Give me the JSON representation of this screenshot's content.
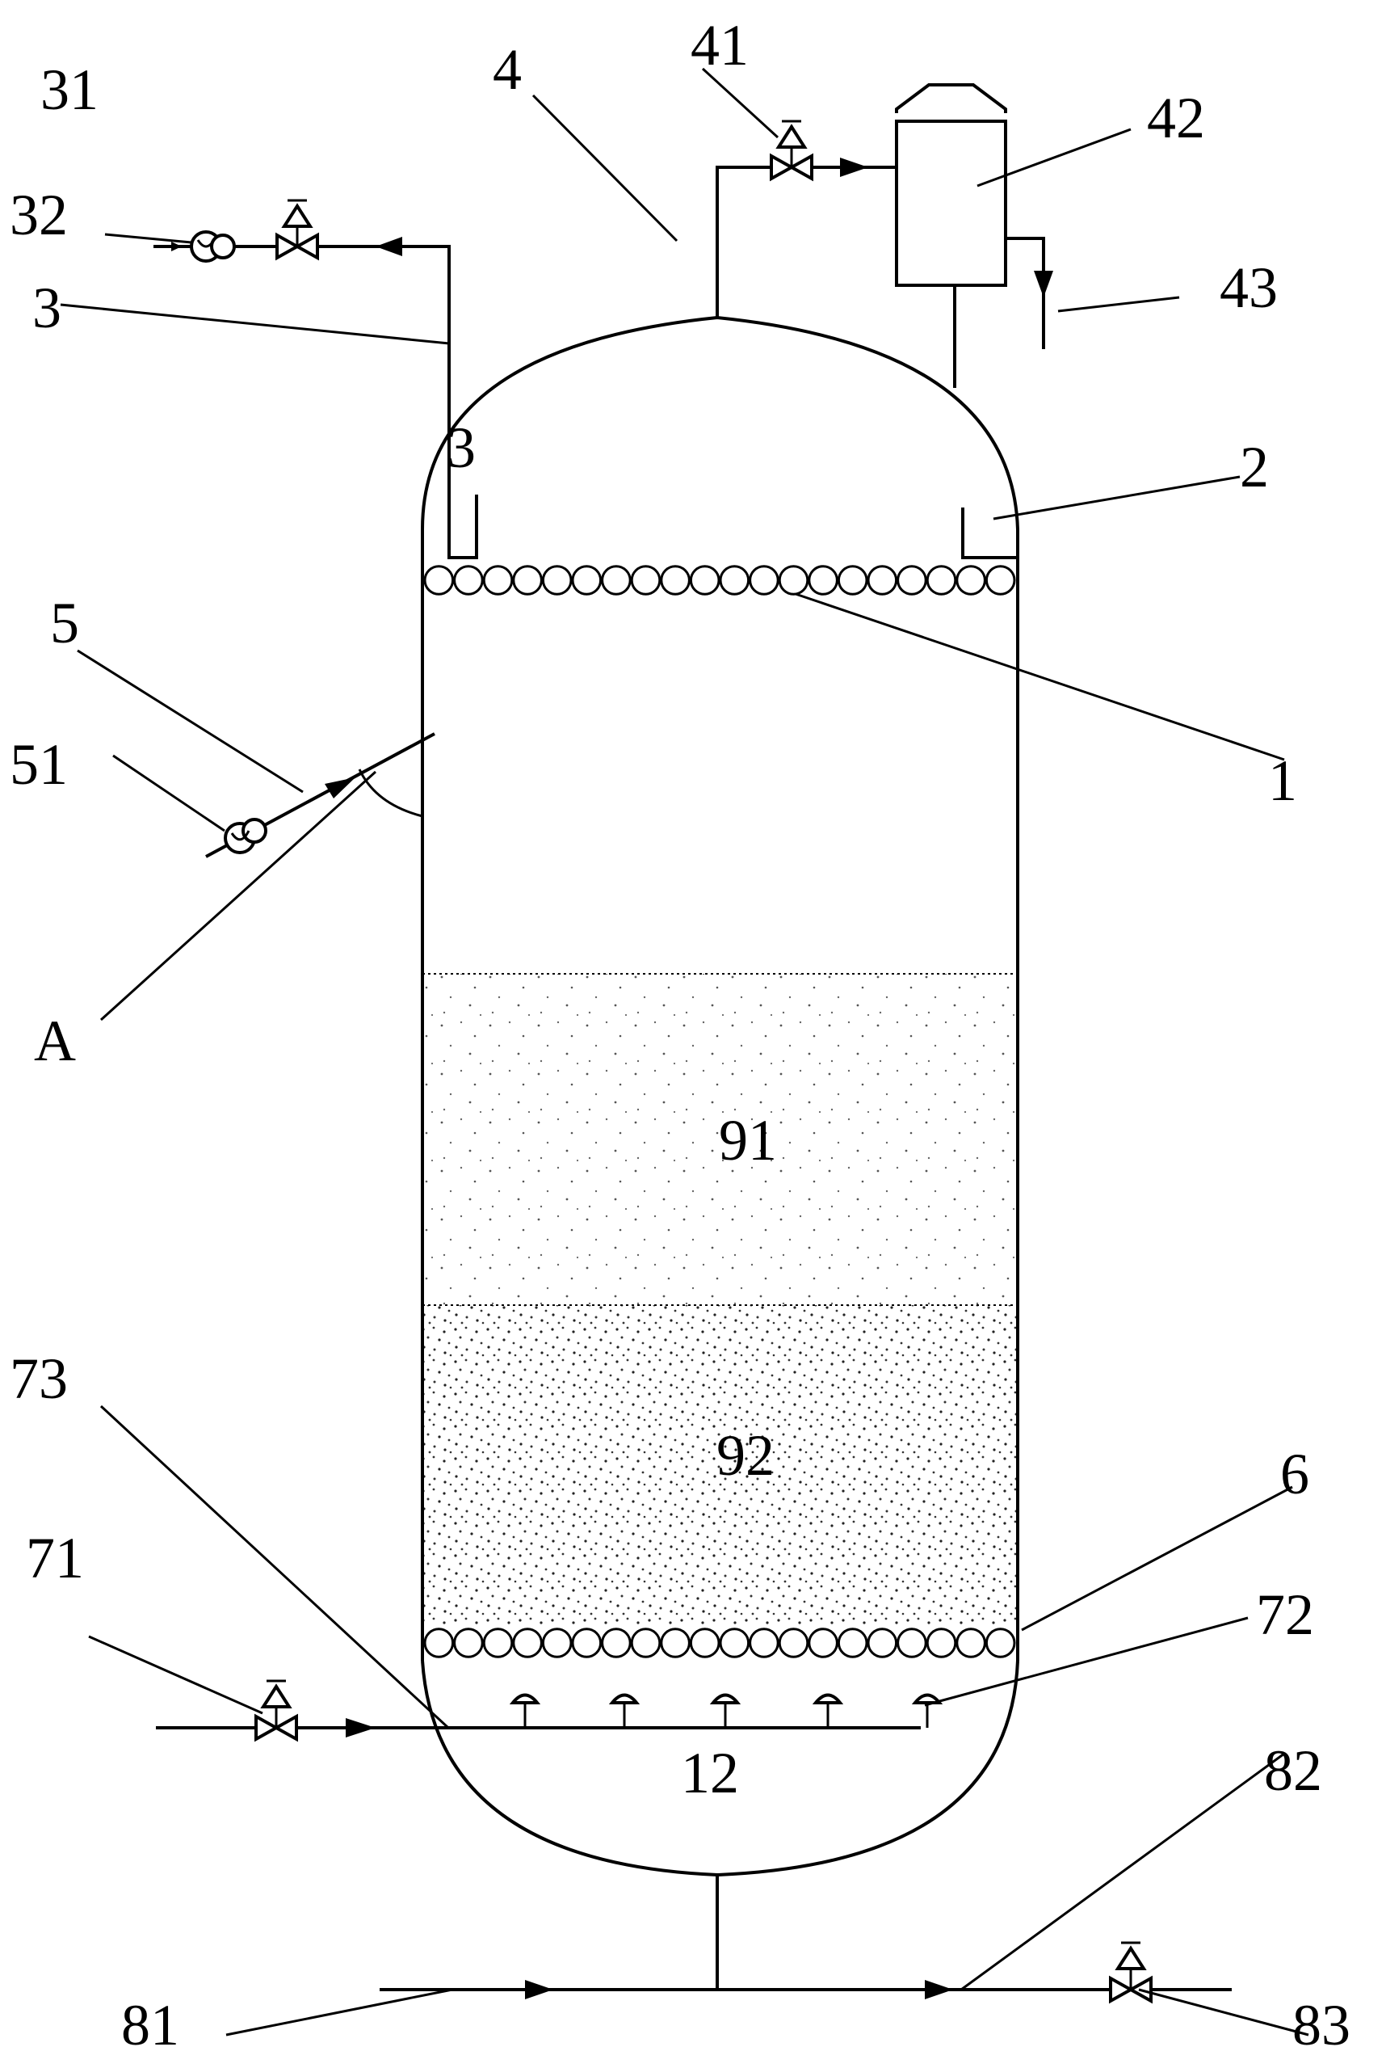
{
  "labels": {
    "l1": "1",
    "l2": "2",
    "l3a": "3",
    "l3b": "3",
    "l4": "4",
    "l5": "5",
    "l6": "6",
    "l12": "12",
    "l31": "31",
    "l32": "32",
    "l41": "41",
    "l42": "42",
    "l43": "43",
    "l51": "51",
    "l71": "71",
    "l72": "72",
    "l73": "73",
    "l81": "81",
    "l82": "82",
    "l83": "83",
    "l91": "91",
    "l92": "92",
    "lA": "A"
  }
}
